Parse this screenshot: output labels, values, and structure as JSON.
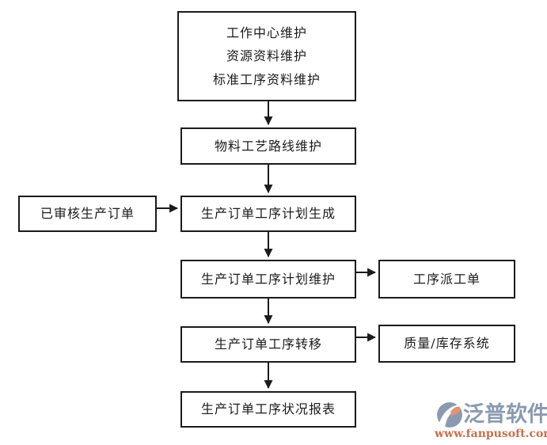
{
  "diagram": {
    "title_hint": "production-order-process-flowchart",
    "line_color": "#1b1b1b",
    "box_background": "#ffffff",
    "nodes": {
      "master_data": {
        "lines": [
          "工作中心维护",
          "资源资料维护",
          "标准工序资料维护"
        ]
      },
      "routing": {
        "label": "物料工艺路线维护"
      },
      "approved_order": {
        "label": "已审核生产订单"
      },
      "plan_generate": {
        "label": "生产订单工序计划生成"
      },
      "plan_maintain": {
        "label": "生产订单工序计划维护"
      },
      "dispatch": {
        "label": "工序派工单"
      },
      "transfer": {
        "label": "生产订单工序转移"
      },
      "quality_inventory": {
        "label": "质量/库存系统"
      },
      "status_report": {
        "label": "生产订单工序状况报表"
      }
    },
    "connectors": [
      "master_data -> routing",
      "routing -> plan_generate",
      "approved_order -> plan_generate",
      "plan_generate -> plan_maintain",
      "plan_maintain -> dispatch",
      "plan_maintain -> transfer",
      "transfer -> quality_inventory",
      "transfer -> status_report"
    ]
  },
  "logo": {
    "icon": "fanpu-swirl-icon",
    "name": "泛普软件",
    "url": "www.fanpusoft.com",
    "name_color": "#8b9ab0",
    "url_color": "#c5714f",
    "icon_primary_color": "#8b9ab0",
    "icon_accent_color": "#e39273"
  }
}
